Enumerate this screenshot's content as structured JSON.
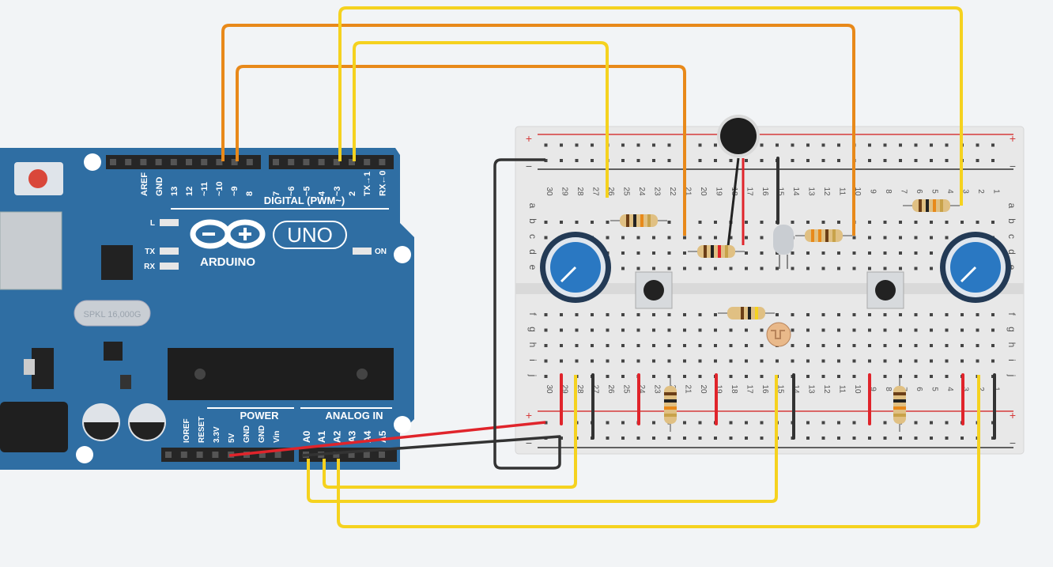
{
  "arduino": {
    "brand": "ARDUINO",
    "model": "UNO",
    "digital_header": "DIGITAL (PWM~)",
    "digital_pins_left": [
      "AREF",
      "GND",
      "13",
      "12",
      "~11",
      "~10",
      "~9",
      "8"
    ],
    "digital_pins_right": [
      "7",
      "~6",
      "~5",
      "4",
      "~3",
      "2",
      "TX→1",
      "RX←0"
    ],
    "power_header": "POWER",
    "power_pins": [
      "IOREF",
      "RESET",
      "3.3V",
      "5V",
      "GND",
      "GND",
      "Vin"
    ],
    "analog_header": "ANALOG IN",
    "analog_pins": [
      "A0",
      "A1",
      "A2",
      "A3",
      "A4",
      "A5"
    ],
    "led_l": "L",
    "led_tx": "TX",
    "led_rx": "RX",
    "led_on": "ON",
    "crystal_label": "SPKL 16,000G"
  },
  "breadboard": {
    "rail_plus": "+",
    "rail_minus": "−",
    "row_labels_top": [
      "a",
      "b",
      "c",
      "d",
      "e"
    ],
    "row_labels_bottom": [
      "f",
      "g",
      "h",
      "i",
      "j"
    ],
    "column_numbers": [
      "30",
      "29",
      "28",
      "27",
      "26",
      "25",
      "24",
      "23",
      "22",
      "21",
      "20",
      "19",
      "18",
      "17",
      "16",
      "15",
      "14",
      "13",
      "12",
      "11",
      "10",
      "9",
      "8",
      "7",
      "6",
      "5",
      "4",
      "3",
      "2",
      "1"
    ]
  },
  "colors": {
    "arduino_board": "#2f6ea3",
    "wire_orange": "#e8891a",
    "wire_yellow": "#f5d21f",
    "wire_red": "#e0242b",
    "wire_black": "#333333",
    "breadboard": "#e6e6e6",
    "rail_red": "#d63a3a",
    "potentiometer": "#2a78c2"
  },
  "components": {
    "potentiometers": [
      "left-potentiometer",
      "right-potentiometer"
    ],
    "pushbuttons": [
      "left-pushbutton",
      "right-pushbutton"
    ],
    "resistors": 7,
    "photoresistor": "photoresistor",
    "led": "led",
    "microphone": "microphone"
  }
}
